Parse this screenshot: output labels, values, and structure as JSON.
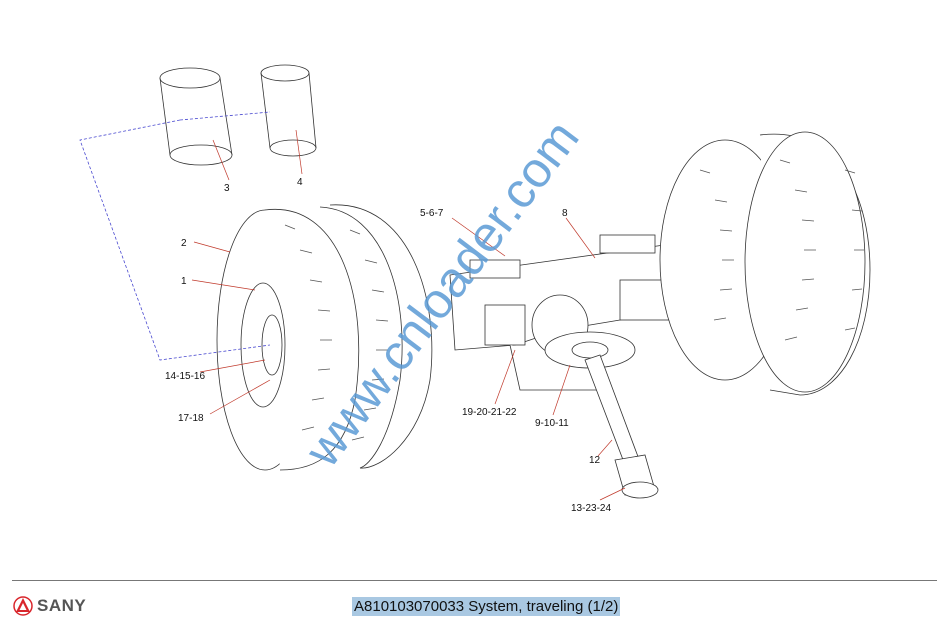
{
  "diagram": {
    "callouts": {
      "c1": "1",
      "c2": "2",
      "c3": "3",
      "c4": "4",
      "c5": "5-6-7",
      "c8": "8",
      "c9": "9-10-11",
      "c12": "12",
      "c13": "13-23-24",
      "c14": "14-15-16",
      "c17": "17-18",
      "c19": "19-20-21-22"
    },
    "watermark": "www.cnloader.com"
  },
  "footer": {
    "brand": "SANY",
    "title": "A810103070033 System, traveling (1/2)"
  },
  "colors": {
    "accent": "#d9262c",
    "highlight": "#a9c8e2",
    "watermark": "#5b9bd5",
    "leader": "#c0392b"
  }
}
